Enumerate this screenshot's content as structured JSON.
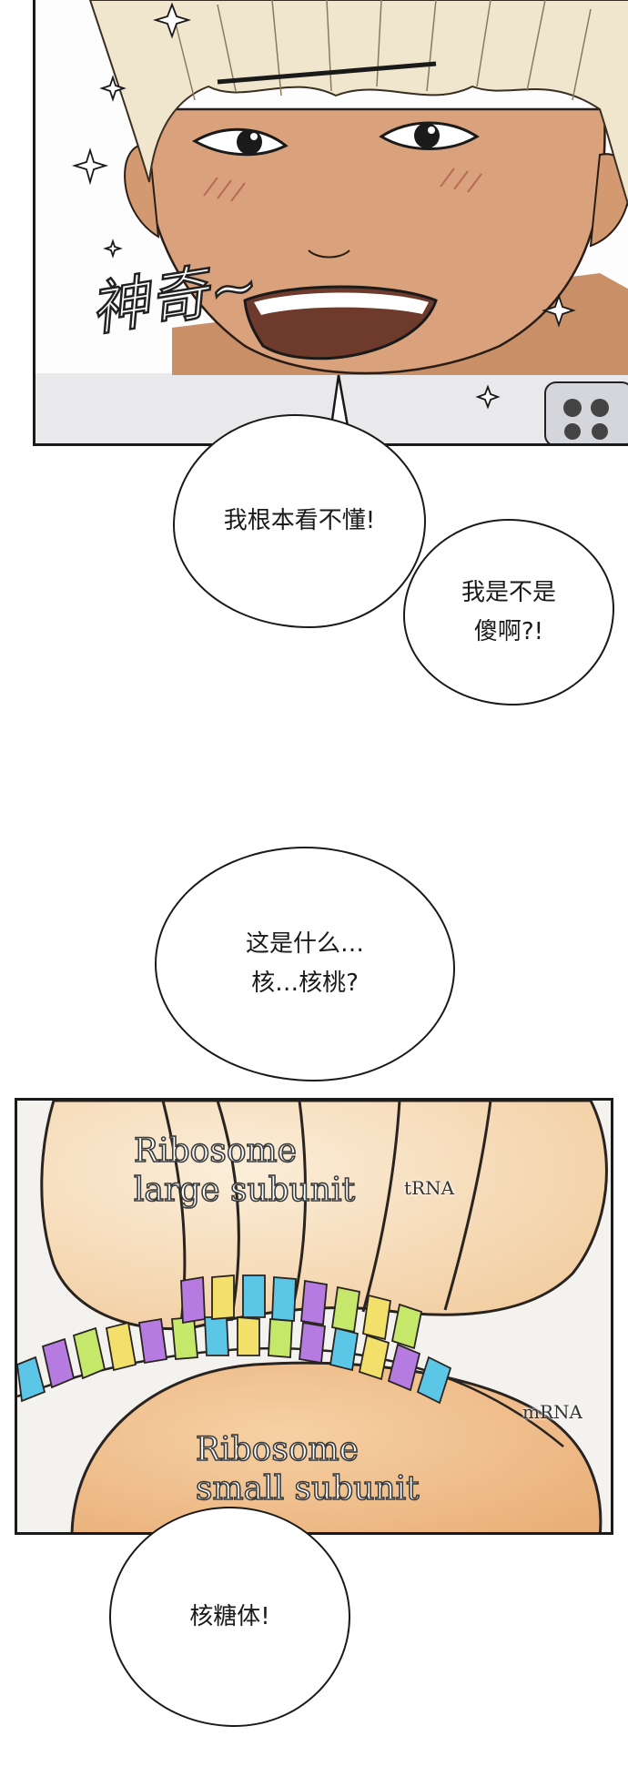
{
  "panel_face": {
    "sfx_text": "神奇~"
  },
  "bubbles": {
    "b1": "我根本看不懂!",
    "b2_line1": "我是不是",
    "b2_line2": "傻啊?!",
    "b3_line1": "这是什么…",
    "b3_line2": "核…核桃?",
    "b4": "核糖体!"
  },
  "panel_ribosome": {
    "large_label_line1": "Ribosome",
    "large_label_line2": "large subunit",
    "small_label_line1": "Ribosome",
    "small_label_line2": "small subunit",
    "trna_label": "tRNA",
    "mrna_label": "mRNA"
  },
  "colors": {
    "skin": "#d9a27c",
    "hair": "#efe6cd",
    "mouth": "#6e3a2c",
    "ribosome_large": "#f7dbb5",
    "ribosome_small": "#f2c08a",
    "codon_purple": "#b57be0",
    "codon_blue": "#5cc6e6",
    "codon_green": "#c5e86a",
    "codon_yellow": "#f2e06a"
  }
}
